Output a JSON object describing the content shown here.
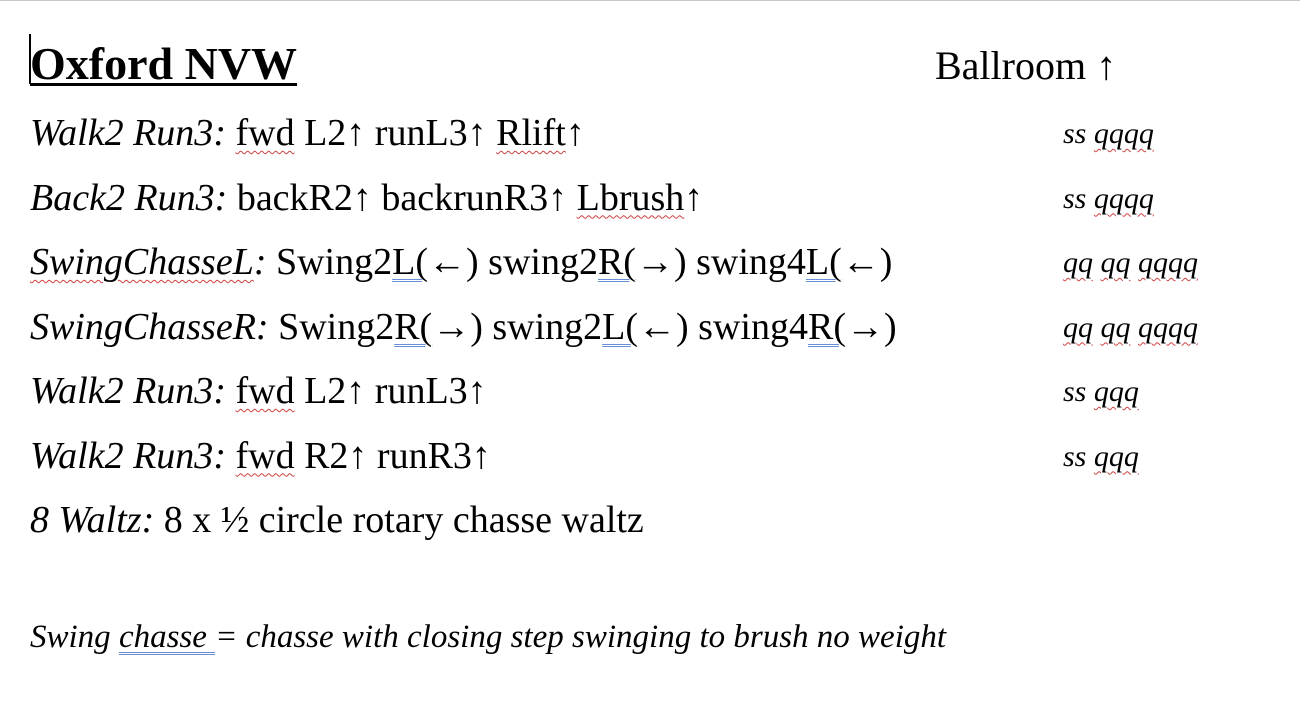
{
  "header": {
    "title": "Oxford NVW",
    "category": "Ballroom ↑"
  },
  "steps": [
    {
      "label": "Walk2 Run3",
      "parts": [
        {
          "text": "fwd",
          "mark": "spell"
        },
        {
          "text": " L2↑ runL3↑ ",
          "mark": ""
        },
        {
          "text": "Rlift",
          "mark": "spell"
        },
        {
          "text": "↑",
          "mark": ""
        }
      ],
      "timing_parts": [
        {
          "text": "ss ",
          "mark": ""
        },
        {
          "text": "qqqq",
          "mark": "spell"
        }
      ]
    },
    {
      "label": "Back2 Run3",
      "parts": [
        {
          "text": "backR2↑ backrunR3↑ ",
          "mark": ""
        },
        {
          "text": "Lbrush",
          "mark": "spell"
        },
        {
          "text": "↑",
          "mark": ""
        }
      ],
      "timing_parts": [
        {
          "text": "ss ",
          "mark": ""
        },
        {
          "text": "qqqq",
          "mark": "spell"
        }
      ]
    },
    {
      "label": "SwingChasseL",
      "label_mark": "spell",
      "parts": [
        {
          "text": "Swing2",
          "mark": ""
        },
        {
          "text": "L(",
          "mark": "grammar"
        },
        {
          "text": "←) swing2",
          "mark": ""
        },
        {
          "text": "R(",
          "mark": "grammar"
        },
        {
          "text": "→) swing4",
          "mark": ""
        },
        {
          "text": "L(",
          "mark": "grammar"
        },
        {
          "text": "←)",
          "mark": ""
        }
      ],
      "timing_parts": [
        {
          "text": "qq",
          "mark": "spell"
        },
        {
          "text": " ",
          "mark": ""
        },
        {
          "text": "qq",
          "mark": "spell"
        },
        {
          "text": " ",
          "mark": ""
        },
        {
          "text": "qqqq",
          "mark": "spell"
        }
      ]
    },
    {
      "label": "SwingChasseR",
      "label_mark": "",
      "parts": [
        {
          "text": "Swing2",
          "mark": ""
        },
        {
          "text": "R(",
          "mark": "grammar"
        },
        {
          "text": "→) swing2",
          "mark": ""
        },
        {
          "text": "L(",
          "mark": "grammar"
        },
        {
          "text": "←) swing4",
          "mark": ""
        },
        {
          "text": "R(",
          "mark": "grammar"
        },
        {
          "text": "→)",
          "mark": ""
        }
      ],
      "timing_parts": [
        {
          "text": "qq",
          "mark": "spell"
        },
        {
          "text": " ",
          "mark": ""
        },
        {
          "text": "qq",
          "mark": "spell"
        },
        {
          "text": " ",
          "mark": ""
        },
        {
          "text": "qqqq",
          "mark": "spell"
        }
      ]
    },
    {
      "label": "Walk2 Run3",
      "parts": [
        {
          "text": "fwd",
          "mark": "spell"
        },
        {
          "text": " L2↑ runL3↑",
          "mark": ""
        }
      ],
      "timing_parts": [
        {
          "text": "ss ",
          "mark": ""
        },
        {
          "text": "qqq",
          "mark": "spell"
        }
      ]
    },
    {
      "label": "Walk2 Run3",
      "parts": [
        {
          "text": "fwd",
          "mark": "spell"
        },
        {
          "text": " R2↑ runR3↑",
          "mark": ""
        }
      ],
      "timing_parts": [
        {
          "text": "ss ",
          "mark": ""
        },
        {
          "text": "qqq",
          "mark": "spell"
        }
      ]
    },
    {
      "label": "8 Waltz",
      "parts": [
        {
          "text": "8 x ½ circle rotary chasse waltz",
          "mark": ""
        }
      ],
      "timing_parts": []
    }
  ],
  "note": {
    "parts": [
      {
        "text": "Swing ",
        "mark": ""
      },
      {
        "text": "chasse ",
        "mark": "grammar"
      },
      {
        "text": " = chasse with closing step swinging to brush no weight",
        "mark": ""
      }
    ]
  },
  "label_separator": ":",
  "colors": {
    "spelling_underline": "#d04040",
    "grammar_underline": "#6b8fd6",
    "page_background": "#ffffff",
    "text": "#000000"
  }
}
